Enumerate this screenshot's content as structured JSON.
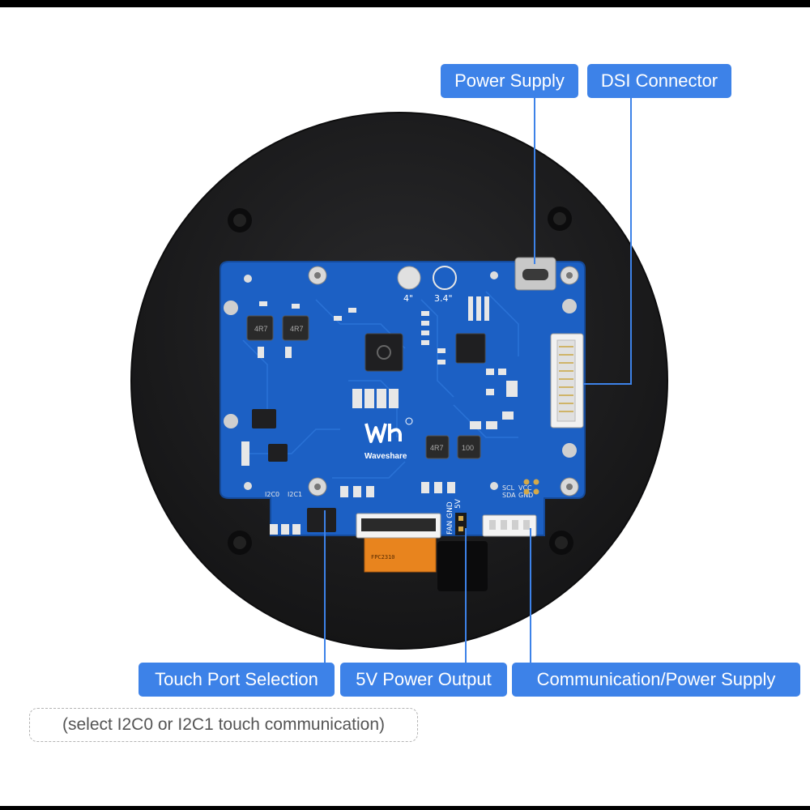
{
  "labels": {
    "power_supply": "Power Supply",
    "dsi_connector": "DSI Connector",
    "touch_port_selection": "Touch Port Selection",
    "power_output_5v": "5V Power Output",
    "communication_power_supply": "Communication/Power Supply"
  },
  "note": "(select I2C0 or I2C1 touch communication)",
  "board": {
    "brand": "Waveshare",
    "size_options": [
      "4\"",
      "3.4\""
    ],
    "silkscreen": {
      "fan_gnd": "FAN GND",
      "fan_5v": "5V",
      "i2c0": "I2C0",
      "i2c1": "I2C1",
      "scl": "SCL",
      "sda": "SDA",
      "vcc": "VCC",
      "gnd": "GND",
      "inductor_1": "4R7",
      "inductor_2": "4R7",
      "inductor_3": "4R7",
      "inductor_4": "100",
      "fpc_text": "FPC2310"
    }
  },
  "colors": {
    "label_bg": "#3d82e8",
    "label_text": "#ffffff",
    "leader_line": "#3d82e8",
    "pcb": "#1c60c4",
    "housing": "#1c1c1e",
    "note_border": "#b4b4b4"
  }
}
